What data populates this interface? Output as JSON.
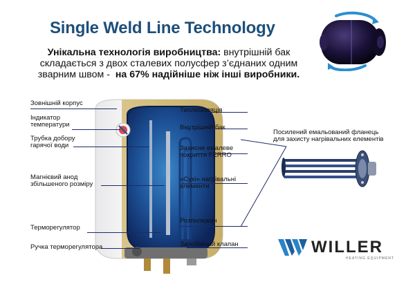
{
  "title": "Single Weld Line Technology",
  "intro": {
    "bold_start": "Унікальна технологія виробництва:",
    "line_rest": " внутрішній бак складається з двох сталевих полусфер з’єднаних одним зварним швом -",
    "bold_end": "на 67% надійніше ніж інші виробники."
  },
  "labels_left": [
    "Зовнішній корпус",
    "Індикатор\nтемператури",
    "Трубка добору\nгарячої води",
    "Магнієвий анод\nзбільшеного розміру",
    "Терморегулятор",
    "Ручка терморегулятора"
  ],
  "labels_right": [
    "Теплоізоляція",
    "Внутрішній бак",
    "Захисне емалеве\nпокриття FERRO",
    "«Сухі» нагрівальні\nелементи",
    "Розпилювач",
    "Запобіжний клапан"
  ],
  "flange_label": "Посилений емальований фланець\nдля захисту нагрівальних елементів",
  "logo": {
    "brand": "WILLER",
    "tagline": "HEATING EQUIPMENT"
  },
  "colors": {
    "title": "#1d4f79",
    "accent_blue": "#2a6aa8",
    "logo_blue": "#2a84c6",
    "leader": "#1d2a66"
  }
}
